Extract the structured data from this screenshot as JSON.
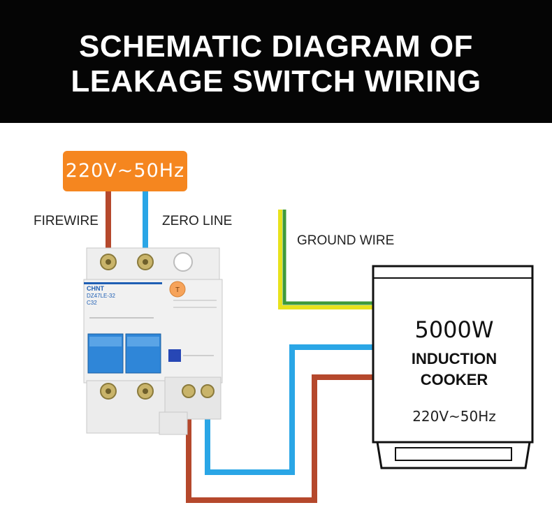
{
  "header": {
    "title_line1": "SCHEMATIC DIAGRAM OF",
    "title_line2": "LEAKAGE SWITCH WIRING"
  },
  "supply": {
    "voltage_label": "220V~50Hz"
  },
  "wire_labels": {
    "fire": "FIREWIRE",
    "zero": "ZERO LINE",
    "ground": "GROUND WIRE"
  },
  "breaker": {
    "brand": "CHNT",
    "model": "DZ47LE-32",
    "rating": "C32"
  },
  "cooker": {
    "power": "5000W",
    "name_line1": "INDUCTION",
    "name_line2": "COOKER",
    "rating": "220V~50Hz"
  },
  "colors": {
    "fire_wire": "#b5482c",
    "zero_wire": "#2aa6e6",
    "ground_wire_yellow": "#e8e21c",
    "ground_wire_green": "#3f9a3a",
    "badge": "#f5861f",
    "breaker_handle": "#2f86d8",
    "header_bg": "#050505"
  }
}
